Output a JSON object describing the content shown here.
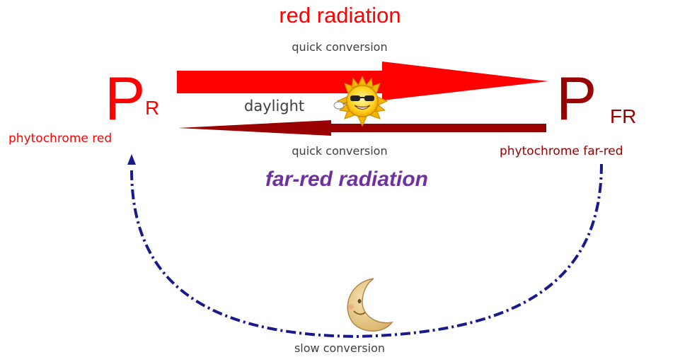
{
  "top_radiation_label": "red radiation",
  "top_conversion_label": "quick conversion",
  "bottom_conversion_label": "quick conversion",
  "bottom_radiation_label": "far-red radiation",
  "slow_conversion_label": "slow conversion",
  "daylight_label": "daylight",
  "pr": {
    "letter": "P",
    "subscript": "R",
    "caption": "phytochrome red"
  },
  "pfr": {
    "letter": "P",
    "subscript": "FR",
    "caption": "phytochrome far-red"
  },
  "colors": {
    "red": "#ff0000",
    "dark_red": "#990000",
    "purple": "#7030a0",
    "navy": "#1a1a8c",
    "gray_text": "#404040"
  },
  "icons": {
    "sun": "sun-icon",
    "moon": "moon-icon"
  }
}
